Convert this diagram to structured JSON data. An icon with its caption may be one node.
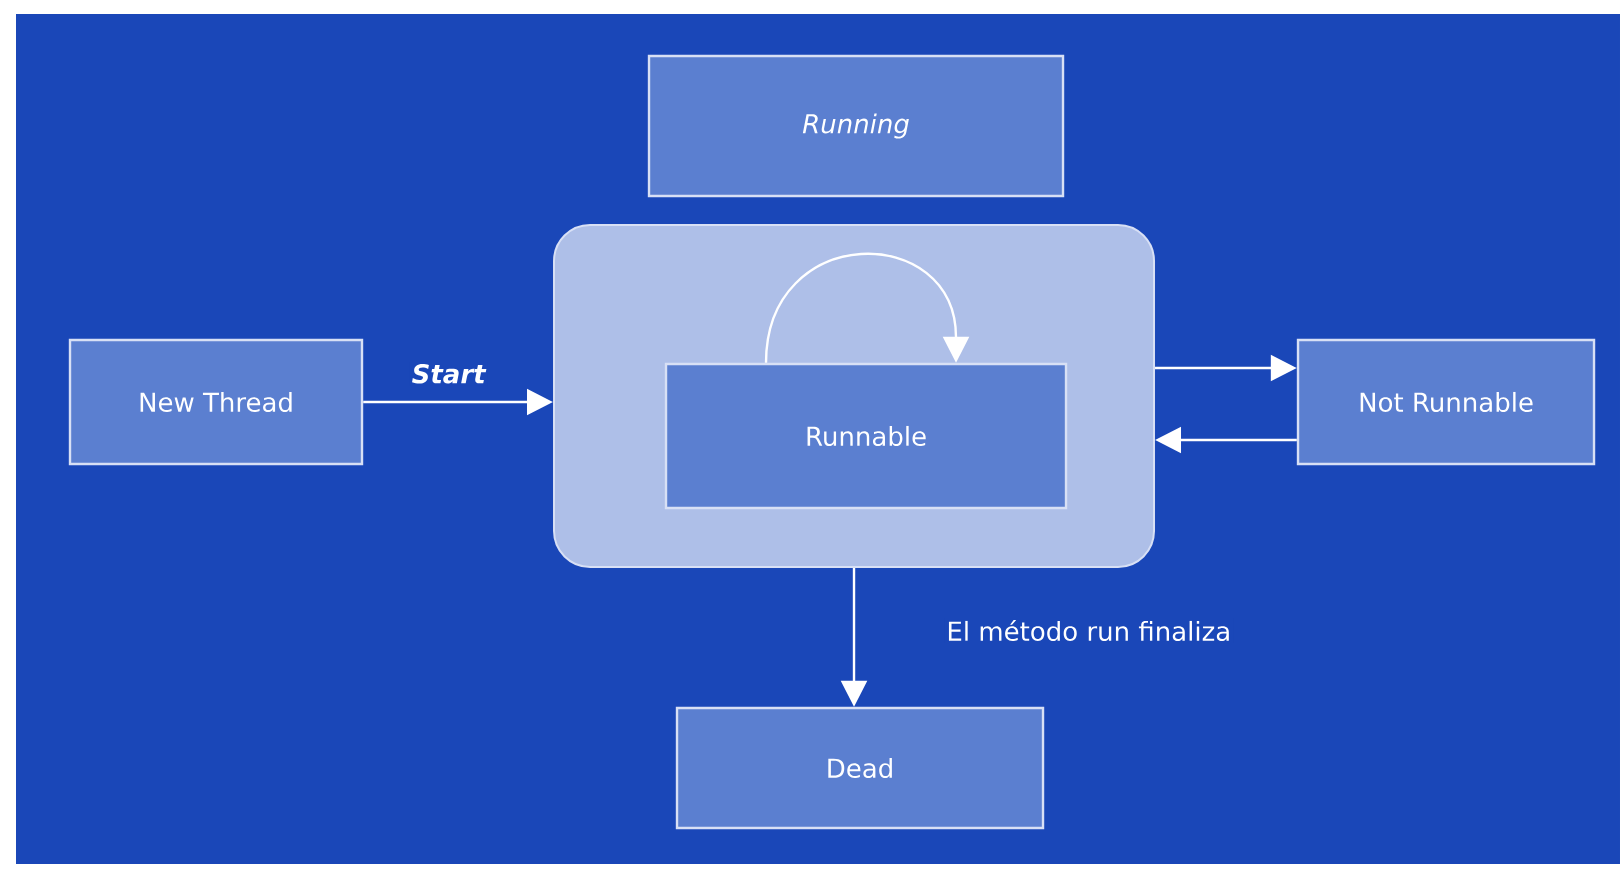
{
  "diagram": {
    "nodes": [
      {
        "text": [
          "Running"
        ]
      },
      {
        "text": [
          "New Thread"
        ]
      },
      {
        "text": [],
        "shape": "box"
      },
      {
        "text": [
          "Runnable"
        ],
        "in": 2
      },
      {
        "text": [
          "Not Runnable"
        ]
      },
      {
        "text": [
          "Dead"
        ]
      }
    ],
    "edges": [
      {
        "from": 1,
        "to": 2,
        "arrow": "to",
        "label": "Start"
      },
      {
        "from": 3,
        "to": 3,
        "arrow": "to"
      },
      {
        "from": 2,
        "to": 4,
        "arrow": "to"
      },
      {
        "from": 4,
        "to": 2,
        "arrow": "to"
      },
      {
        "from": 2,
        "to": 5,
        "arrow": "to",
        "label": "El método run finaliza"
      }
    ]
  }
}
